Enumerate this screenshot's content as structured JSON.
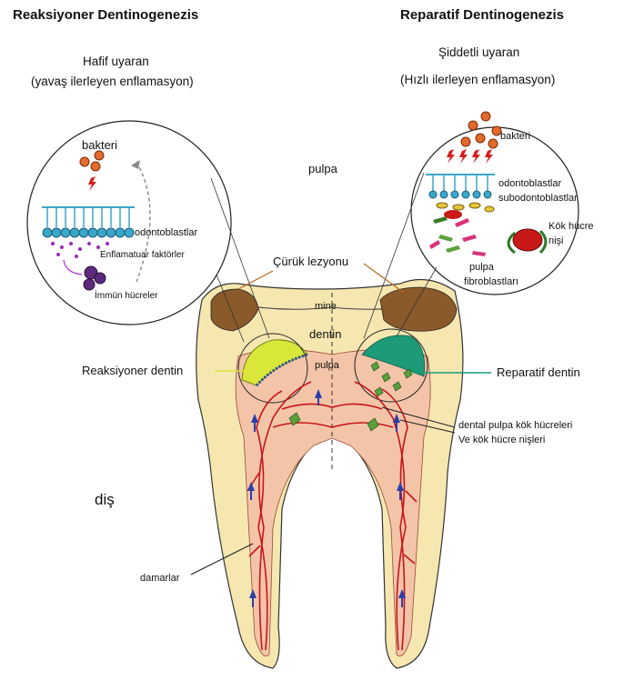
{
  "left_panel": {
    "title": "Reaksiyoner Dentinogenezis",
    "stimulus": "Hafif uyaran",
    "inflammation": "(yavaş ilerleyen enflamasyon)"
  },
  "right_panel": {
    "title": "Reparatif Dentinogenezis",
    "stimulus": "Şiddetli uyaran",
    "inflammation": "(Hızlı ilerleyen enflamasyon)"
  },
  "left_inset": {
    "bacteria": "bakteri",
    "odontoblasts": "odontoblastlar",
    "inflammatory_factors": "Enflamatuar faktörler",
    "immune_cells": "İmmün hücreler"
  },
  "right_inset": {
    "bacteria": "bakteri",
    "odontoblasts": "odontoblastlar",
    "subodontoblasts": "subodontoblastlar",
    "stem_cell_niche": [
      "Kök hücre",
      "nişi"
    ],
    "pulp_fibroblasts": [
      "pulpa",
      "fibroblastları"
    ]
  },
  "tooth_labels": {
    "pulp_top": "pulpa",
    "caries_lesion": "Çürük lezyonu",
    "enamel": "mine",
    "dentin": "dentin",
    "pulp_inner": "pulpa",
    "reactionary_dentin": "Reaksiyoner dentin",
    "reparative_dentin": "Reparatif dentin",
    "stem_cells": [
      "dental pulpa kök hücreleri",
      "Ve kök hücre nişleri"
    ],
    "tooth": "diş",
    "vessels": "damarlar"
  },
  "colors": {
    "vessel": "#c8151b",
    "caries": "#8a5a2b",
    "dentin": "#f6e7b0",
    "pulp": "#f3c4a8",
    "reactionary": "#d9e63a",
    "reparative": "#1d9a78",
    "odontoblast": "#3aa6c9",
    "arrow": "#2d3ea8"
  }
}
